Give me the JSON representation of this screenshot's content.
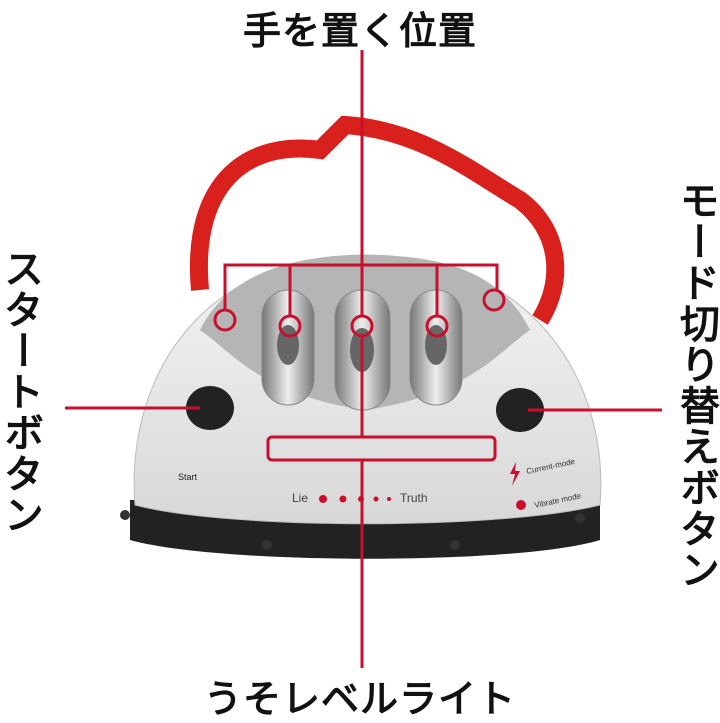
{
  "labels": {
    "top": "手を置く位置",
    "bottom": "うそレベルライト",
    "left": "スタートボタン",
    "right": "モード切り替えボタン"
  },
  "device": {
    "start": "Start",
    "lie": "Lie",
    "truth": "Truth",
    "current_mode": "Current-mode",
    "vibrate_mode": "Vibrate mode"
  },
  "colors": {
    "accent": "#c8102e",
    "strap": "#d8201c"
  }
}
